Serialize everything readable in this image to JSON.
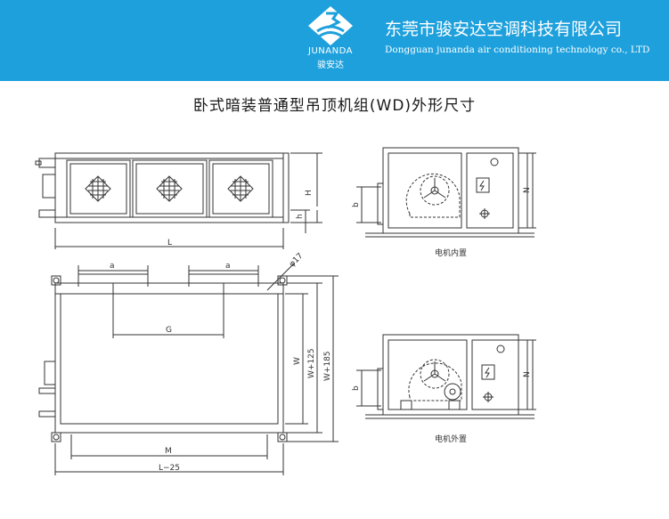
{
  "header": {
    "brand_en": "JUNANDA",
    "brand_cn": "骏安达",
    "company_cn": "东莞市骏安达空调科技有限公司",
    "company_en": "Dongguan junanda air conditioning technology co., LTD",
    "bg_color": "#1ea0dc"
  },
  "title": "卧式暗装普通型吊顶机组(WD)外形尺寸",
  "front_view": {
    "dim_H": "H",
    "dim_h": "h",
    "dim_L": "L"
  },
  "top_view": {
    "dim_a_left": "a",
    "dim_a_right": "a",
    "dim_G": "G",
    "dim_phi": "φ17",
    "dim_W": "W",
    "dim_W125": "W+125",
    "dim_W185": "W+185",
    "dim_M": "M",
    "dim_L25": "L−25"
  },
  "side_view_internal": {
    "dim_b": "b",
    "dim_N": "N",
    "caption": "电机内置"
  },
  "side_view_external": {
    "dim_b": "b",
    "dim_N": "N",
    "caption": "电机外置"
  }
}
